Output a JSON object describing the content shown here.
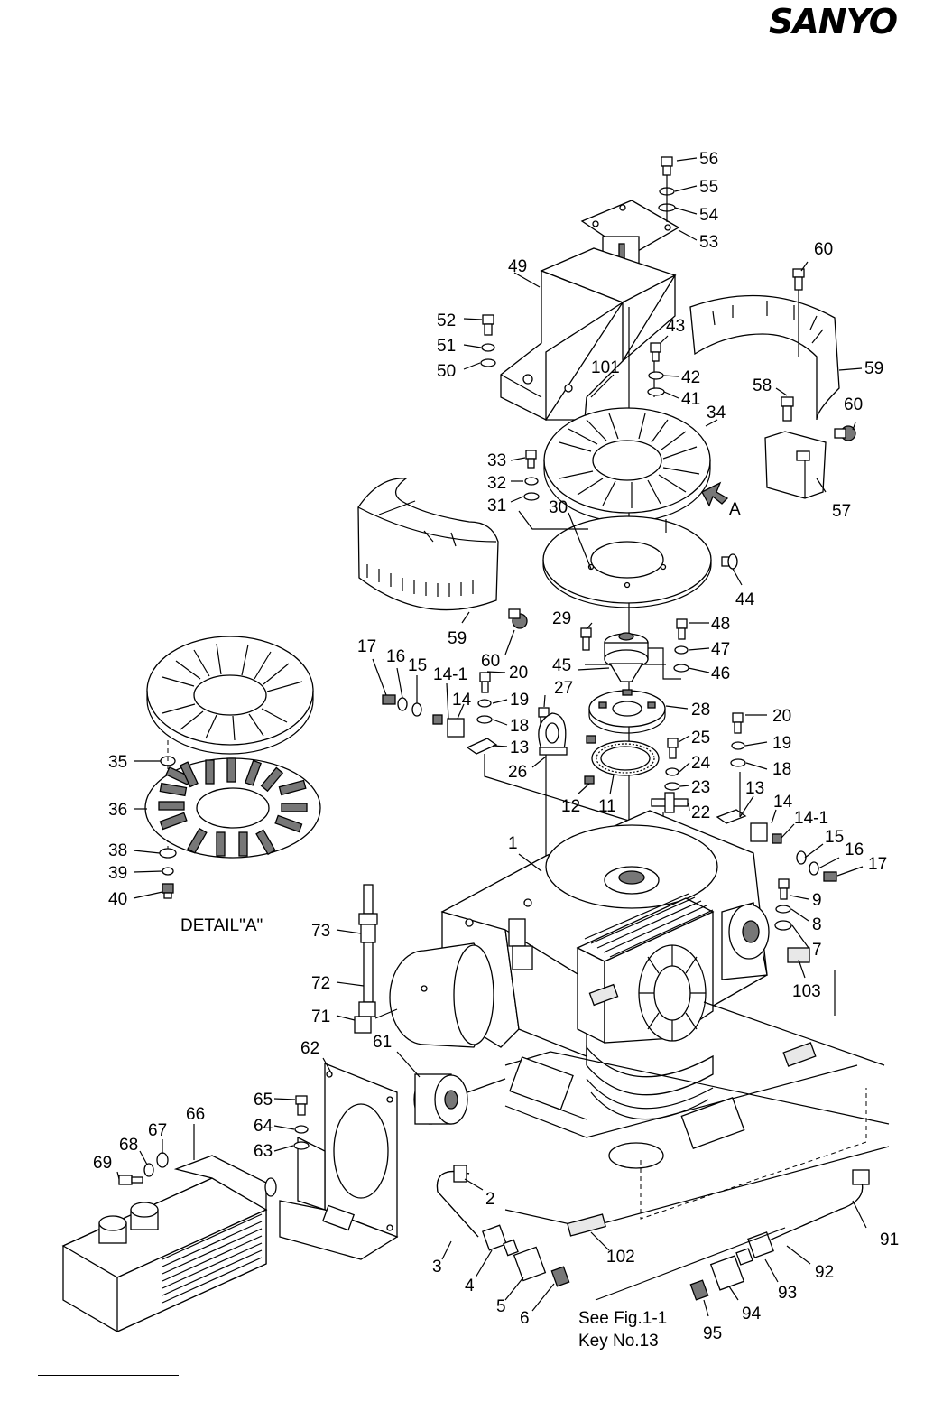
{
  "brand": {
    "logo_text": "SANYO"
  },
  "captions": {
    "detail": "DETAIL\"A\"",
    "see_fig_line1": "See Fig.1-1",
    "see_fig_line2": "Key No.13",
    "view_arrow": "A"
  },
  "callouts": [
    "56",
    "55",
    "54",
    "53",
    "49",
    "60",
    "52",
    "51",
    "50",
    "43",
    "42",
    "41",
    "101",
    "59",
    "58",
    "60",
    "34",
    "33",
    "32",
    "31",
    "30",
    "57",
    "44",
    "59",
    "60",
    "29",
    "48",
    "47",
    "46",
    "17",
    "16",
    "15",
    "14-1",
    "20",
    "14",
    "19",
    "18",
    "13",
    "45",
    "27",
    "28",
    "20",
    "19",
    "18",
    "25",
    "24",
    "23",
    "22",
    "26",
    "12",
    "11",
    "13",
    "14",
    "14-1",
    "15",
    "16",
    "17",
    "35",
    "36",
    "38",
    "39",
    "40",
    "1",
    "9",
    "8",
    "7",
    "73",
    "72",
    "71",
    "103",
    "62",
    "61",
    "66",
    "65",
    "64",
    "63",
    "67",
    "68",
    "69",
    "2",
    "91",
    "92",
    "3",
    "4",
    "93",
    "102",
    "5",
    "6",
    "94",
    "95"
  ]
}
